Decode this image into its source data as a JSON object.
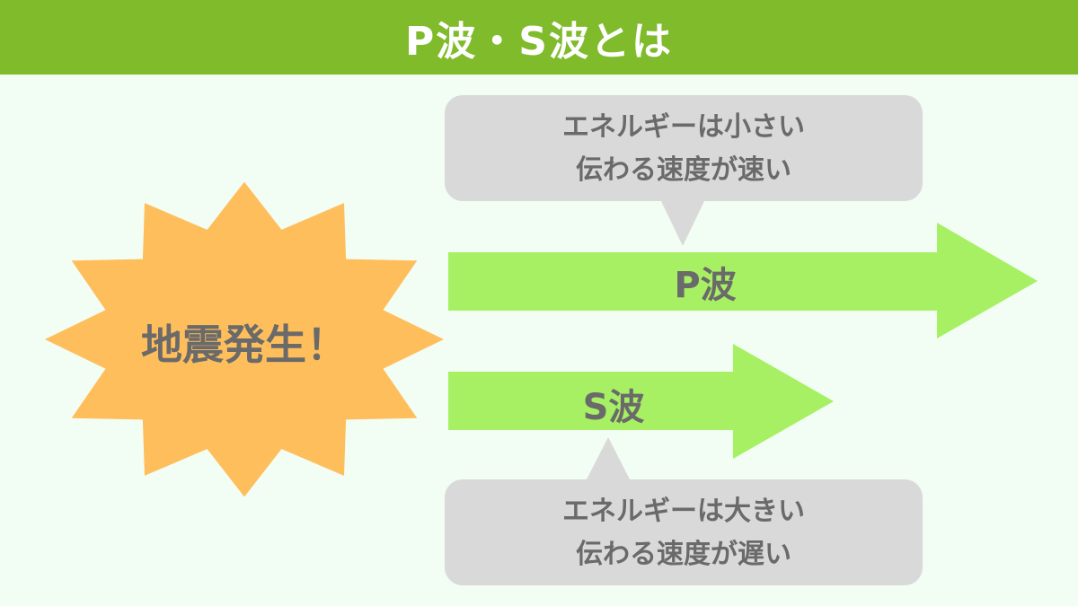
{
  "header": {
    "title": "P波・S波とは"
  },
  "burst": {
    "label": "地震発生！"
  },
  "p_wave": {
    "label": "P波",
    "callout_line1": "エネルギーは小さい",
    "callout_line2": "伝わる速度が速い"
  },
  "s_wave": {
    "label": "S波",
    "callout_line1": "エネルギーは大きい",
    "callout_line2": "伝わる速度が遅い"
  },
  "colors": {
    "header": "#7fbb2b",
    "background": "#f2fdf3",
    "burst": "#ffbe5c",
    "arrow": "#a7f063",
    "callout": "#d9d9d9",
    "text": "#6a6a6a"
  }
}
